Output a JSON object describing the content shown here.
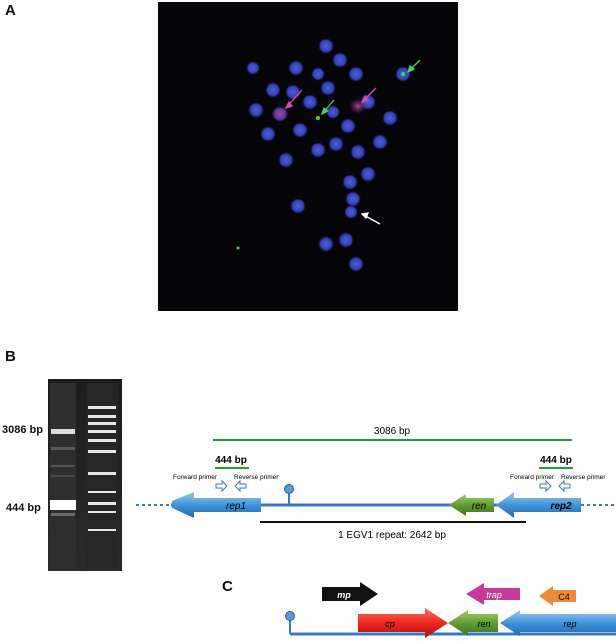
{
  "panels": {
    "a": {
      "label": "A"
    },
    "b": {
      "label": "B"
    },
    "c": {
      "label": "C"
    }
  },
  "gel": {
    "band_upper_label": "3086 bp",
    "band_lower_label": "444 bp"
  },
  "map_b": {
    "span_label": "3086 bp",
    "amplicon_left_label": "444 bp",
    "amplicon_right_label": "444 bp",
    "forward_primer_left": "Forward primer",
    "reverse_primer_left": "Reverse primer",
    "forward_primer_right": "Forward primer",
    "reverse_primer_right": "Reverse primer",
    "gene_rep1": "rep1",
    "gene_ren": "ren",
    "gene_rep2": "rep2",
    "repeat_label": "1 EGV1 repeat: 2642 bp"
  },
  "map_c": {
    "gene_mp": "mp",
    "gene_trap": "trap",
    "gene_c4": "C4",
    "gene_cp": "cp",
    "gene_ren": "ren",
    "gene_rep": "rep"
  },
  "colors": {
    "blue_gene": "#3a8fd6",
    "green_gene": "#5a9a2e",
    "red_gene": "#e8231c",
    "magenta_gene": "#c53a9a",
    "orange_gene": "#f08a3a",
    "black_gene": "#111111",
    "span_line": "#1f9e3a",
    "backbone": "#3a78c2"
  }
}
